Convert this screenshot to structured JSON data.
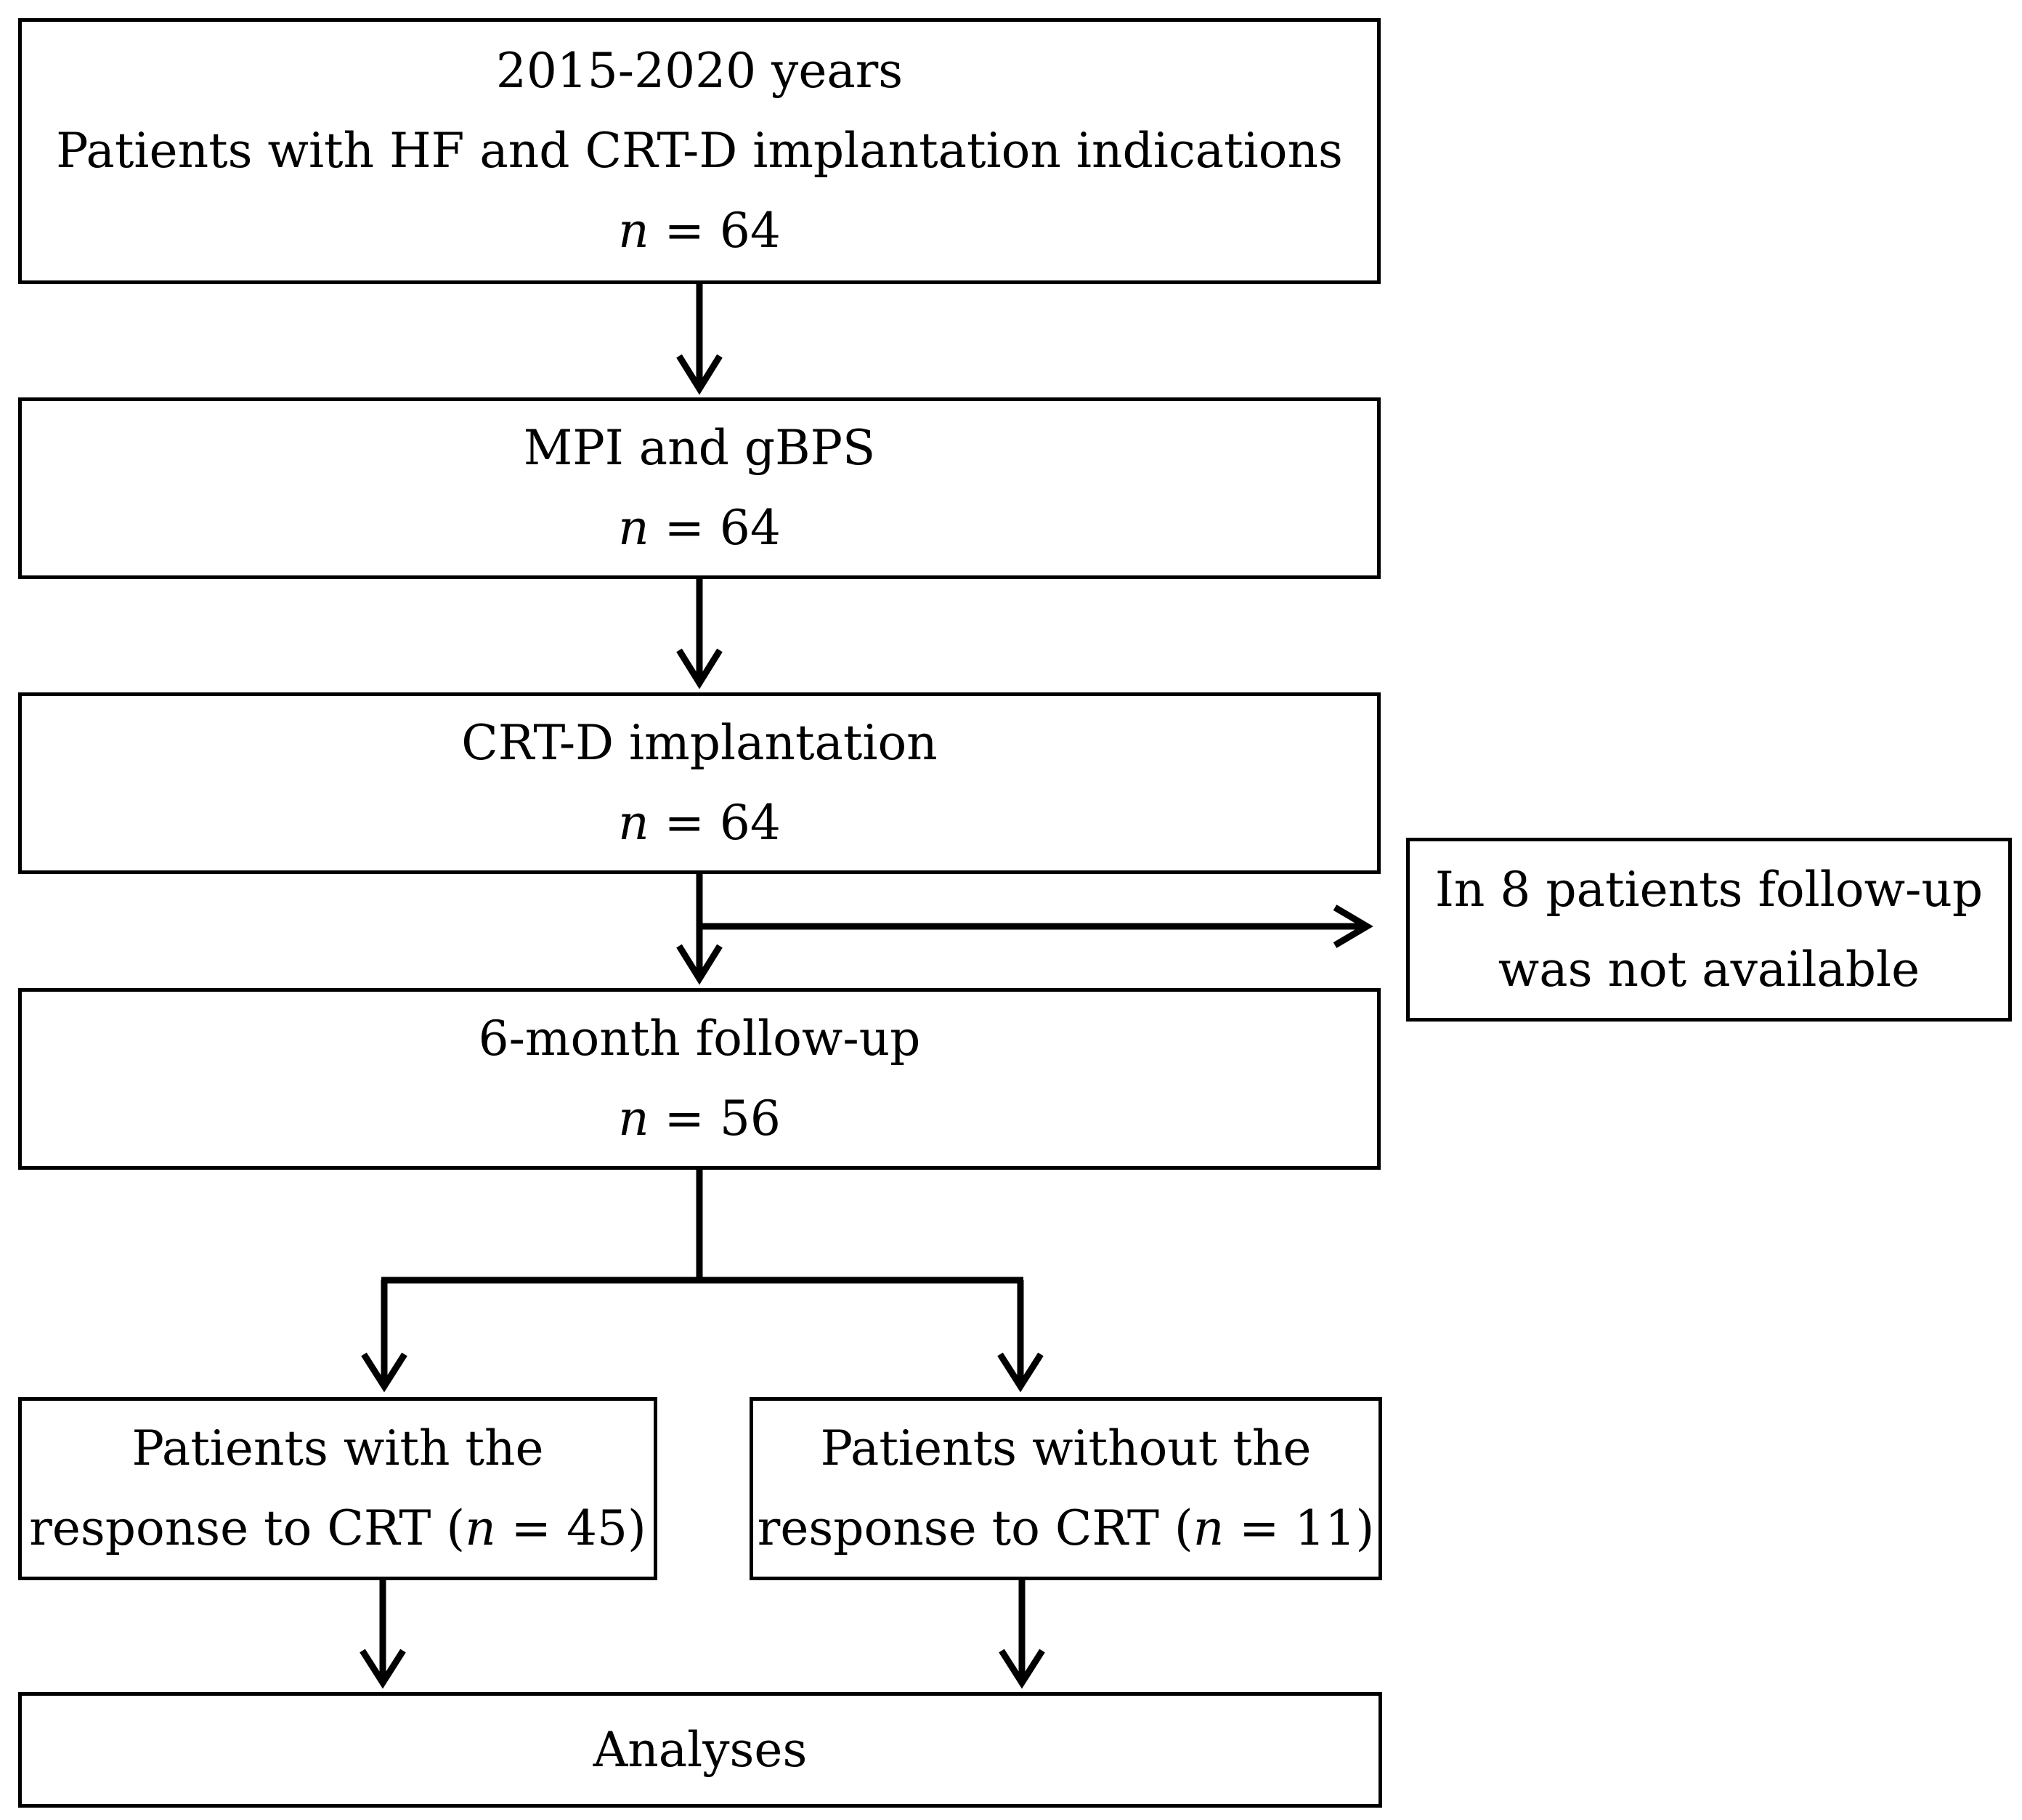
{
  "flowchart": {
    "box1": {
      "line1": "2015-2020 years",
      "line2": "Patients with HF and CRT-D implantation indications",
      "n_symbol": "n",
      "n_value": " = 64"
    },
    "box2": {
      "line1": "MPI and gBPS",
      "n_symbol": "n",
      "n_value": " = 64"
    },
    "box3": {
      "line1": "CRT-D implantation",
      "n_symbol": "n",
      "n_value": " = 64"
    },
    "side_box": {
      "line1": "In 8 patients follow-up",
      "line2": "was not available"
    },
    "box4": {
      "line1": "6-month follow-up",
      "n_symbol": "n",
      "n_value": " = 56"
    },
    "box5": {
      "line1": "Patients with the",
      "line2_prefix": "response to CRT (",
      "n_symbol": "n",
      "n_value": " = 45)"
    },
    "box6": {
      "line1": "Patients without the",
      "line2_prefix": "response to CRT (",
      "n_symbol": "n",
      "n_value": " = 11)"
    },
    "box7": {
      "line1": "Analyses"
    }
  },
  "colors": {
    "stroke": "#000000",
    "background": "#ffffff"
  }
}
